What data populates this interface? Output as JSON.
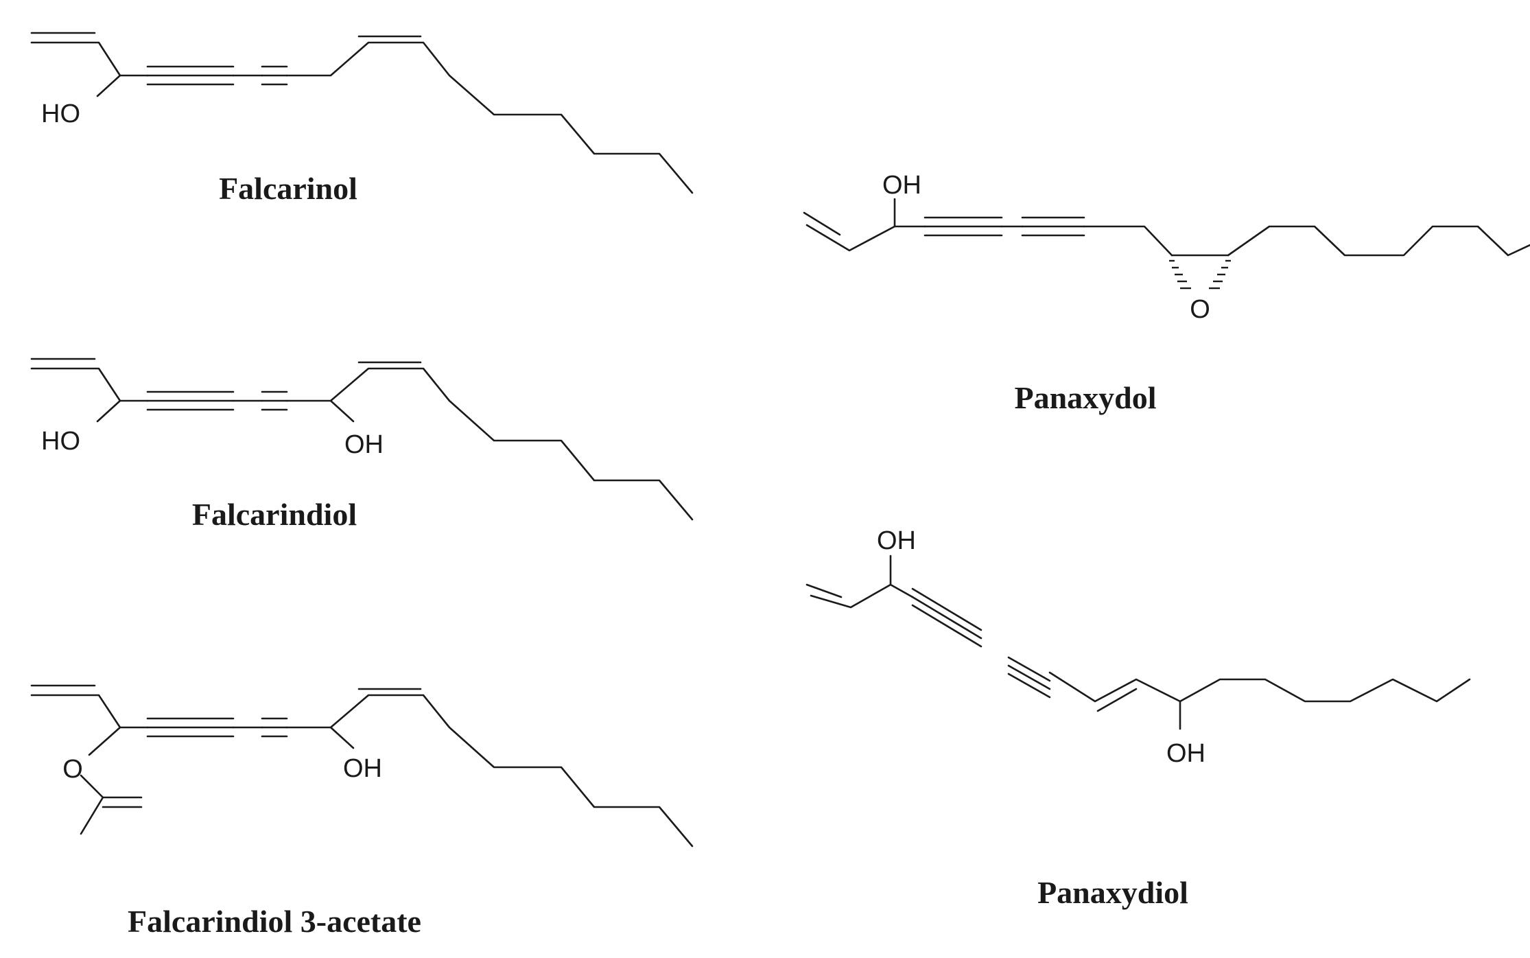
{
  "figure": {
    "compounds": [
      {
        "name": "Falcarinol",
        "atom_labels": [
          "HO"
        ]
      },
      {
        "name": "Falcarindiol",
        "atom_labels": [
          "HO",
          "OH"
        ]
      },
      {
        "name": "Falcarindiol 3-acetate",
        "atom_labels": [
          "O",
          "OH"
        ]
      },
      {
        "name": "Panaxydol",
        "atom_labels": [
          "OH",
          "O"
        ]
      },
      {
        "name": "Panaxydiol",
        "atom_labels": [
          "OH",
          "OH"
        ]
      }
    ],
    "colors": {
      "ink": "#1a1a1a",
      "background": "#ffffff"
    }
  }
}
